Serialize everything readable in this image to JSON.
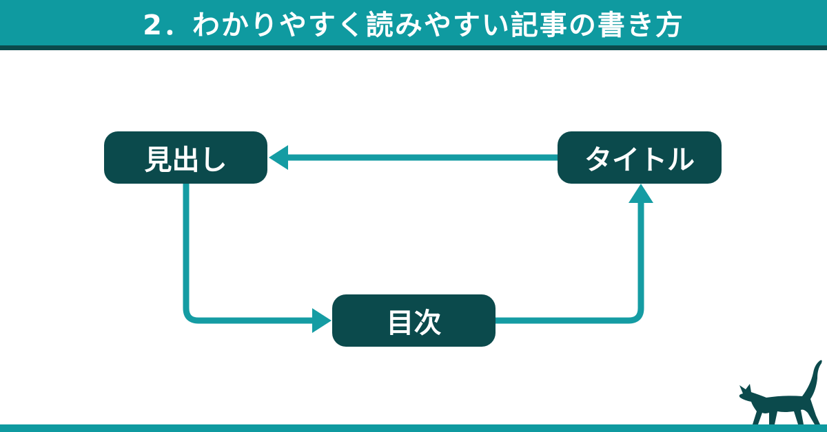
{
  "header": {
    "title": "2．わかりやすく読みやすい記事の書き方"
  },
  "nodes": {
    "midashi": "見出し",
    "title": "タイトル",
    "mokuji": "目次"
  },
  "colors": {
    "header_bg": "#0f9aa0",
    "header_line": "#0b4a4c",
    "node_bg": "#0b4a4c",
    "arrow": "#159ca3",
    "cat": "#0b4a4c"
  },
  "icons": {
    "mascot": "cat-icon"
  }
}
